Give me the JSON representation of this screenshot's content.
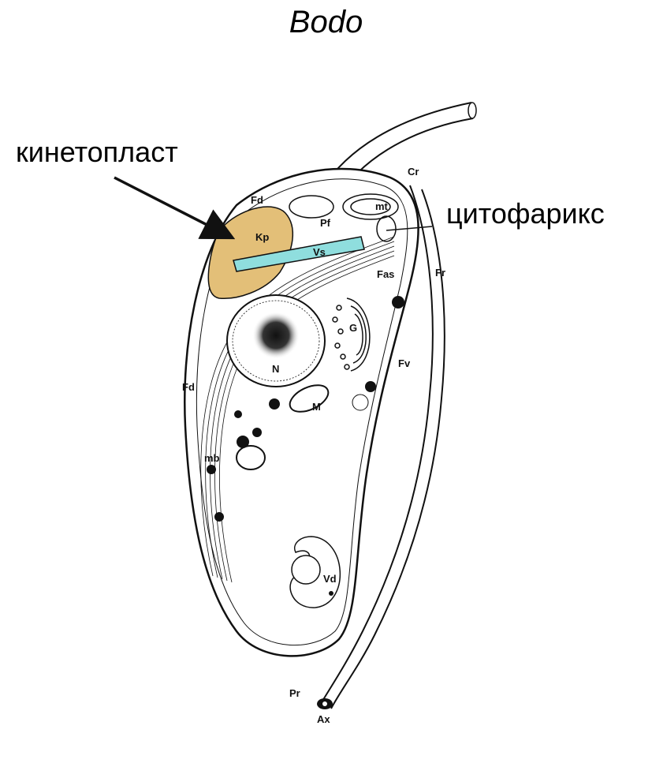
{
  "title": "Bodo",
  "callouts": {
    "kinetoplast": "кинетопласт",
    "cytopharynx": "цитофарикс"
  },
  "structure_labels": {
    "Fd": "Fd",
    "Fd2": "Fd",
    "Cr": "Cr",
    "Pf": "Pf",
    "mt": "mt",
    "Kp": "Kp",
    "Vs": "Vs",
    "Fas": "Fas",
    "Fr": "Fr",
    "G": "G",
    "N": "N",
    "Fv": "Fv",
    "M": "M",
    "mb": "mb",
    "Vd": "Vd",
    "Pr": "Pr",
    "Ax": "Ax"
  },
  "colors": {
    "kinetoplast_fill": "#e3bf78",
    "cytopharynx_fill": "#8fdede",
    "line": "#111111"
  }
}
